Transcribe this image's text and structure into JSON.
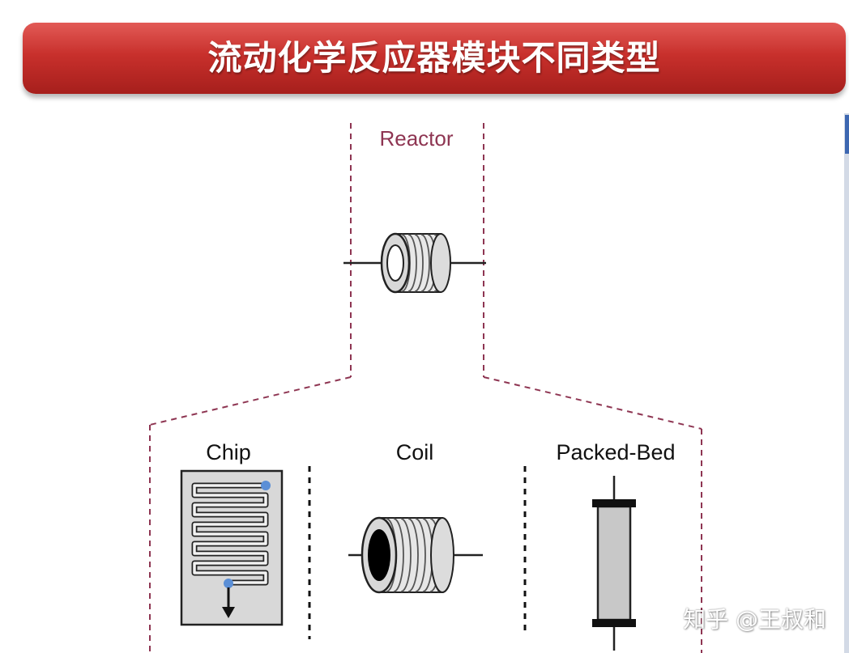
{
  "header": {
    "title": "流动化学反应器模块不同类型"
  },
  "diagram": {
    "reactor_label": "Reactor",
    "types": [
      {
        "label": "Chip"
      },
      {
        "label": "Coil"
      },
      {
        "label": "Packed-Bed"
      }
    ]
  },
  "watermark": {
    "text": "知乎 @王叔和"
  },
  "colors": {
    "banner_red": "#c8302c",
    "reactor_accent": "#8e3552",
    "chip_inlet_dot": "#5b8fd6"
  }
}
